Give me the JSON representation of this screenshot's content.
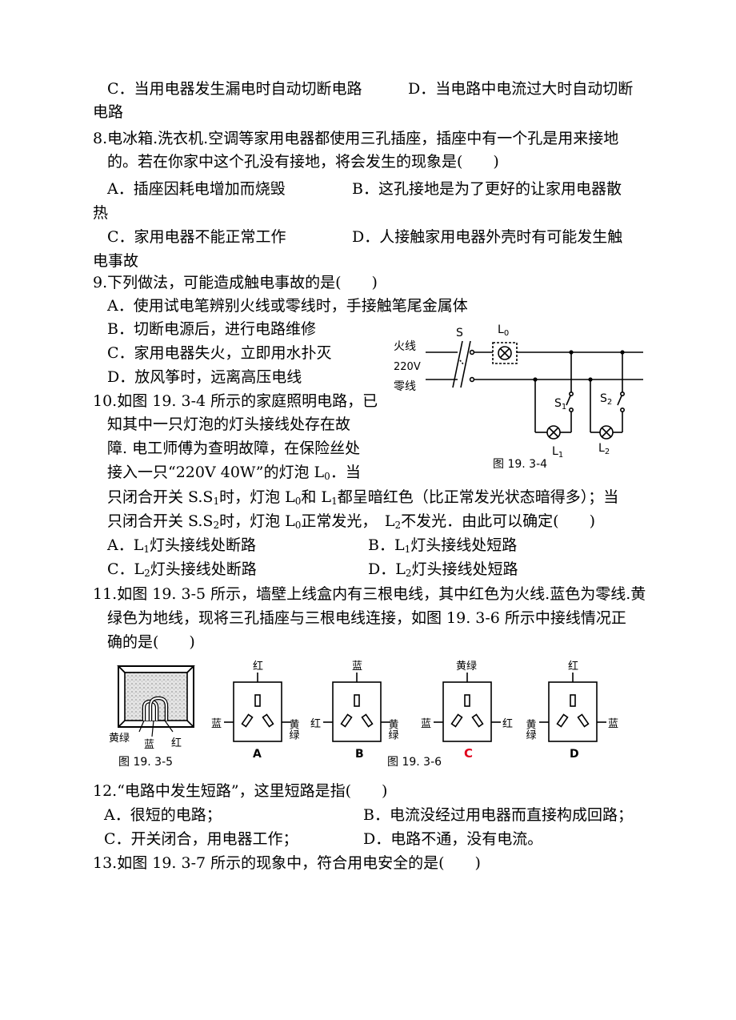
{
  "q7": {
    "optC": "C．当用电器发生漏电时自动切断电路",
    "optD": "D．当电路中电流过大时自动切断",
    "optD_cont": "电路"
  },
  "q8": {
    "stem1": "8.电冰箱.洗衣机.空调等家用电器都使用三孔插座，插座中有一个孔是用来接地",
    "stem2": "的。若在你家中这个孔没有接地，将会发生的现象是(　　)",
    "optA": "A．插座因耗电增加而烧毁",
    "optB": "B．这孔接地是为了更好的让家用电器散",
    "optB_cont": "热",
    "optC": "C．家用电器不能正常工作",
    "optD": "D．人接触家用电器外壳时有可能发生触",
    "optD_cont": "电事故"
  },
  "q9": {
    "stem": "9.下列做法，可能造成触电事故的是(　　)",
    "optA": "A．使用试电笔辨别火线或零线时，手接触笔尾金属体",
    "optB": "B．切断电源后，进行电路维修",
    "optC": "C．家用电器失火，立即用水扑灭",
    "optD": "D．放风筝时，远离高压电线"
  },
  "q10": {
    "stem1": "10.如图 19. 3-4 所示的家庭照明电路，已",
    "stem2": "知其中一只灯泡的灯头接线处存在故",
    "stem3": "障. 电工师傅为查明故障，在保险丝处",
    "stem4": "接入一只“220V 40W”的灯泡 L",
    "stem4_sub": "0",
    "stem4_end": "．当",
    "l5_a": "只闭合开关 S.S",
    "l5_s1": "1",
    "l5_b": "时，灯泡 L",
    "l5_s2": "0",
    "l5_c": "和 L",
    "l5_s3": "1",
    "l5_d": "都呈暗红色（比正常发光状态暗得多）；当",
    "l6_a": "只闭合开关 S.S",
    "l6_s1": "2",
    "l6_b": "时，灯泡 L",
    "l6_s2": "0",
    "l6_c": "正常发光，　L",
    "l6_s3": "2",
    "l6_d": "不发光．由此可以确定(　　)",
    "optA": "A．L",
    "optA_sub": "1",
    "optA_end": "灯头接线处断路",
    "optB": "B．L",
    "optB_sub": "1",
    "optB_end": "灯头接线处短路",
    "optC": "C．L",
    "optC_sub": "2",
    "optC_end": "灯头接线处断路",
    "optD": "D．L",
    "optD_sub": "2",
    "optD_end": "灯头接线处短路",
    "figure": {
      "live_label": "火线",
      "voltage_label": "220V",
      "neutral_label": "零线",
      "switch_label": "S",
      "lamp0_label": "L",
      "lamp0_sub": "0",
      "s1_label": "S",
      "s1_sub": "1",
      "s2_label": "S",
      "s2_sub": "2",
      "l1_label": "L",
      "l1_sub": "1",
      "l2_label": "L",
      "l2_sub": "2",
      "caption": "图 19. 3-4"
    }
  },
  "q11": {
    "stem1": "11.如图 19. 3-5 所示，墙壁上线盒内有三根电线，其中红色为火线.蓝色为零线.黄",
    "stem2": "绿色为地线，现将三孔插座与三根电线连接，如图 19. 3-6 所示中接线情况正",
    "stem3": "确的是(　　)",
    "figure": {
      "box_yellowgreen": "黄绿",
      "box_blue": "蓝",
      "box_red": "红",
      "caption_5": "图 19. 3-5",
      "caption_6": "图 19. 3-6",
      "A": {
        "top": "红",
        "left": "蓝",
        "right": "黄绿",
        "letter": "A"
      },
      "B": {
        "top": "蓝",
        "left": "红",
        "right": "黄绿",
        "letter": "B"
      },
      "C": {
        "top": "黄绿",
        "left": "蓝",
        "right": "红",
        "letter": "C"
      },
      "D": {
        "top": "红",
        "left": "黄绿",
        "right": "蓝",
        "letter": "D"
      },
      "answer_color": "#e0001b"
    }
  },
  "q12": {
    "stem": "12.“电路中发生短路”，这里短路是指(　　)",
    "optA": "A．很短的电路；",
    "optB": "B．电流没经过用电器而直接构成回路；",
    "optC": "C．开关闭合，用电器工作；",
    "optD": "D．电路不通，没有电流。"
  },
  "q13": {
    "stem": "13.如图 19. 3-7 所示的现象中，符合用电安全的是(　　)"
  }
}
